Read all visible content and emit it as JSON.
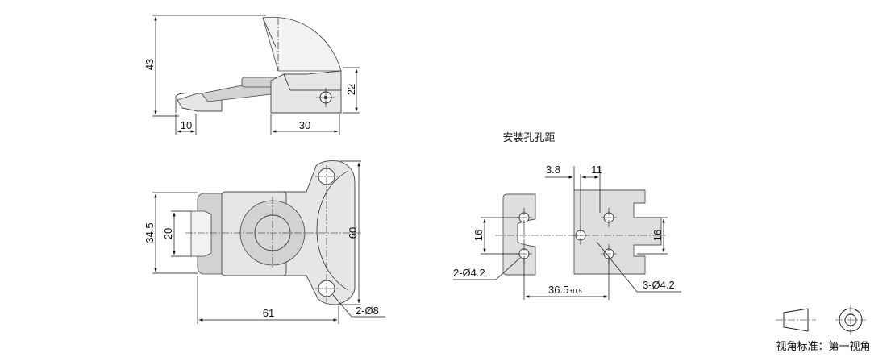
{
  "side_view": {
    "dim_height": "43",
    "dim_10": "10",
    "dim_30": "30",
    "dim_22": "22"
  },
  "top_view": {
    "dim_34_5": "34.5",
    "dim_20": "20",
    "dim_60": "60",
    "dim_61": "61",
    "hole_callout": "2-Ø8"
  },
  "mounting": {
    "title": "安装孔孔距",
    "dim_3_8": "3.8",
    "dim_11": "11",
    "dim_16_left": "16",
    "dim_16_right": "16",
    "dim_36_5": "36.5",
    "tolerance": "±0.5",
    "left_holes": "2-Ø4.2",
    "right_holes": "3-Ø4.2"
  },
  "projection": {
    "label": "视角标准：第一视角"
  }
}
